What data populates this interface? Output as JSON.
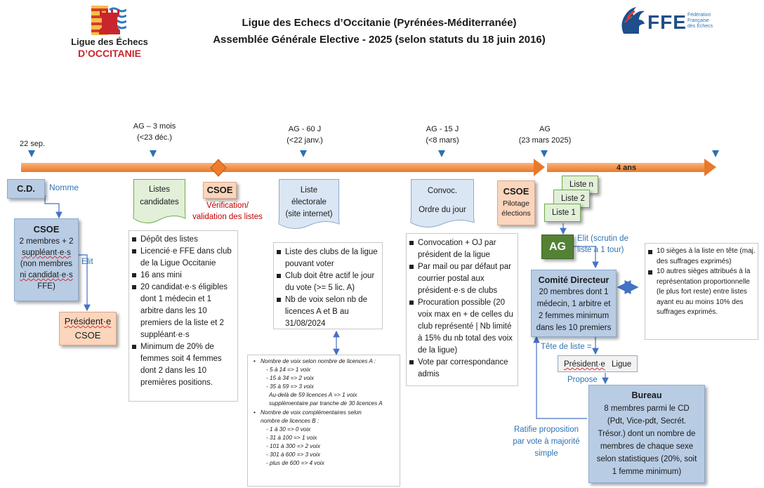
{
  "header": {
    "title_line1": "Ligue des Echecs d’Occitanie (Pyrénées-Méditerranée)",
    "title_line2": "Assemblée Générale Elective - 2025 (selon statuts du 18 juin 2016)",
    "logo_left_line1": "Ligue des Échecs",
    "logo_left_line2": "D’OCCITANIE",
    "logo_right_text": "FFE",
    "logo_right_sub1": "Fédération",
    "logo_right_sub2": "Française",
    "logo_right_sub3": "des Échecs"
  },
  "timeline": {
    "t1": "22 sep.",
    "t2_line1": "AG – 3 mois",
    "t2_line2": "(<23 déc.)",
    "t3_line1": "AG - 60 J",
    "t3_line2": "(<22 janv.)",
    "t4_line1": "AG - 15 J",
    "t4_line2": "(<8 mars)",
    "t5_line1": "AG",
    "t5_line2": "(23 mars 2025)",
    "duration": "4 ans"
  },
  "boxes": {
    "cd": "C.D.",
    "nomme": "Nomme",
    "csoe_title": "CSOE",
    "csoe_l1": "2 membres  + 2",
    "csoe_l2": "suppléant·e·s",
    "csoe_l3": "(non membres",
    "csoe_l4": "ni candidat·e·s",
    "csoe_l5": "FFE)",
    "elit": "Elit",
    "president_l1": "Président·e",
    "president_l2": "CSOE",
    "listes_l1": "Listes",
    "listes_l2": "candidates",
    "csoe2": "CSOE",
    "verif_l1": "Vérification/",
    "verif_l2": "validation des listes",
    "liste_elect_l1": "Liste",
    "liste_elect_l2": "électorale",
    "liste_elect_l3": "(site internet)",
    "convoc_l1": "Convoc.",
    "convoc_l2": "Ordre du jour",
    "csoe3": "CSOE",
    "pilotage_l1": "Pilotage",
    "pilotage_l2": "élections",
    "liste_n": "Liste  n",
    "liste_2": "Liste  2",
    "liste_1": "Liste  1",
    "ag": "AG",
    "elit_scrutin_l1": "Elit (scrutin de",
    "elit_scrutin_l2": "liste à 1 tour)",
    "comite_title": "Comité Directeur",
    "comite_l1": "20 membres  dont 1",
    "comite_l2": "médecin,  1 arbitre et",
    "comite_l3": "2 femmes minimum",
    "comite_l4": "dans les 10 premiers",
    "tete_liste": "Tête de liste =",
    "president_ligue_a": "Président·e",
    "president_ligue_b": "Ligue",
    "propose": "Propose",
    "bureau_title": "Bureau",
    "bureau_l1": "8 membres  parmi le CD",
    "bureau_l2": "(Pdt, Vice-pdt, Secrét.",
    "bureau_l3": "Trésor.)  dont un nombre de",
    "bureau_l4": "membres  de chaque sexe",
    "bureau_l5": "selon statistiques  (20%, soit",
    "bureau_l6": "1 femme minimum)",
    "ratifie_l1": "Ratifie proposition",
    "ratifie_l2": "par vote à majorité",
    "ratifie_l3": "simple"
  },
  "notes": {
    "listes": [
      "Dépôt des listes",
      "Licencié·e FFE dans club de la Ligue Occitanie",
      "16 ans mini",
      "20 candidat·e·s éligibles dont 1 médecin et 1 arbitre dans les 10 premiers de la liste et 2 suppléant·e·s",
      "Minimum de 20% de femmes soit 4 femmes dont 2 dans les 10 premières positions."
    ],
    "electorale": [
      "Liste des clubs de la ligue pouvant voter",
      "Club doit être actif le jour du vote (>= 5 lic. A)",
      "Nb de voix selon nb de licences A et B au 31/08/2024"
    ],
    "convoc": [
      "Convocation + OJ par président de la ligue",
      "Par mail ou par défaut par courrier postal aux président·e·s de clubs",
      "Procuration possible (20 voix max en + de celles du club représenté | Nb limité à 15% du nb total des voix de la ligue)",
      "Vote par correspondance admis"
    ],
    "sieges": [
      "10 sièges à la liste en tête (maj. des suffrages exprimés)",
      "10 autres sièges attribués à la représentation proportionnelle (le plus fort reste) entre listes ayant eu au moins 10% des suffrages exprimés."
    ],
    "voix_a_title": "Nombre de voix selon nombre de licences A :",
    "voix_a": [
      "- 5 à 14   => 1 voix",
      "- 15 à 34 => 2 voix",
      "- 35 à 59 => 3 voix",
      "Au-delà de 59 licences A => 1 voix",
      "supplémentaire par tranche de 30 licences A"
    ],
    "voix_b_title_l1": "Nombre de voix complémentaires selon",
    "voix_b_title_l2": "nombre de licences B :",
    "voix_b": [
      "- 1 à 30           => 0 voix",
      "- 31 à 100       => 1 voix",
      "- 101 à 300     => 2 voix",
      "- 301 à 600     => 3 voix",
      "- plus de 600  => 4 voix"
    ]
  },
  "colors": {
    "timeline": "#f79646",
    "blue_box": "#b8cce4",
    "peach_box": "#fbd5bc",
    "green_box": "#e2efd9",
    "ag_box": "#548235",
    "arrow": "#4472c4"
  }
}
